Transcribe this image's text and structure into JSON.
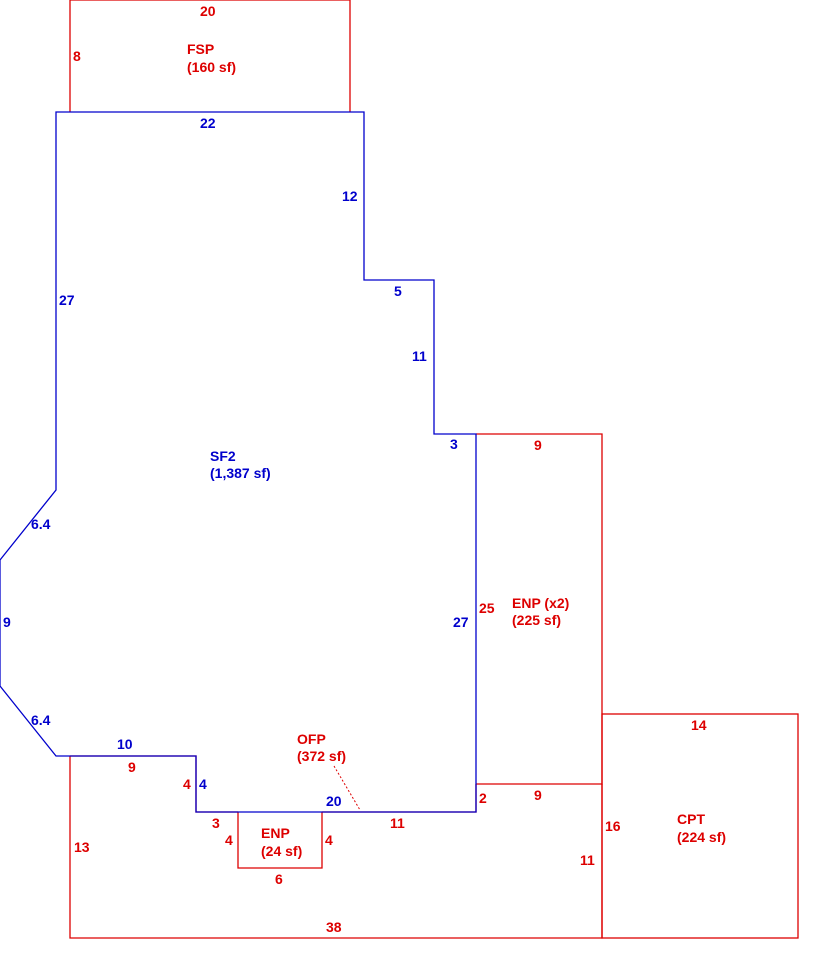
{
  "colors": {
    "main_area": "#0000cc",
    "other_areas": "#dd0000",
    "background": "#ffffff"
  },
  "areas": {
    "sf2": {
      "code": "SF2",
      "area": "(1,387 sf)"
    },
    "fsp": {
      "code": "FSP",
      "area": "(160 sf)"
    },
    "enp_x2": {
      "code": "ENP (x2)",
      "area": "(225 sf)"
    },
    "ofp": {
      "code": "OFP",
      "area": "(372 sf)"
    },
    "enp_small": {
      "code": "ENP",
      "area": "(24 sf)"
    },
    "cpt": {
      "code": "CPT",
      "area": "(224 sf)"
    }
  },
  "dims": {
    "sf2_top": "22",
    "sf2_notch_right": "12",
    "sf2_step": "5",
    "sf2_step_down": "11",
    "sf2_step2": "3",
    "sf2_right": "27",
    "sf2_bottom": "20",
    "sf2_left": "27",
    "sf2_diag_upper": "6.4",
    "sf2_left_short": "9",
    "sf2_diag_lower": "6.4",
    "sf2_bottom_left": "10",
    "sf2_notch_drop": "4",
    "fsp_top": "20",
    "fsp_side": "8",
    "enp2_top": "9",
    "enp2_side": "25",
    "enp2_bottom": "9",
    "enp2_bottom_drop": "2",
    "ofp_top_left": "9",
    "ofp_drop": "4",
    "ofp_step": "3",
    "ofp_left": "13",
    "ofp_right_segment": "11",
    "ofp_bottom": "38",
    "ofp_right": "11",
    "enp_side_left": "4",
    "enp_side_right": "4",
    "enp_bottom": "6",
    "cpt_top": "14",
    "cpt_side": "16"
  }
}
